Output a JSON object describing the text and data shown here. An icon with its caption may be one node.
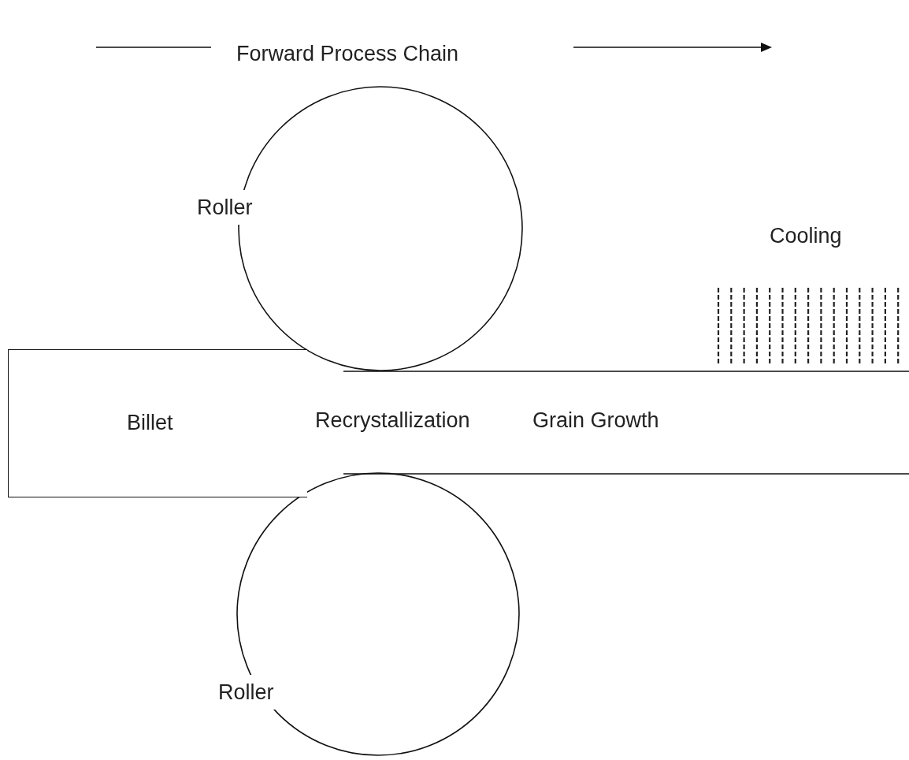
{
  "diagram": {
    "nodes": [
      {
        "text": [
          "Roller"
        ]
      },
      {
        "text": [
          "Roller"
        ]
      },
      {
        "text": [
          "Billet"
        ]
      },
      {
        "text": [
          "Recrystallization",
          "Grain Growth"
        ]
      }
    ],
    "labels": [
      "Forward Process Chain",
      "Cooling"
    ]
  }
}
